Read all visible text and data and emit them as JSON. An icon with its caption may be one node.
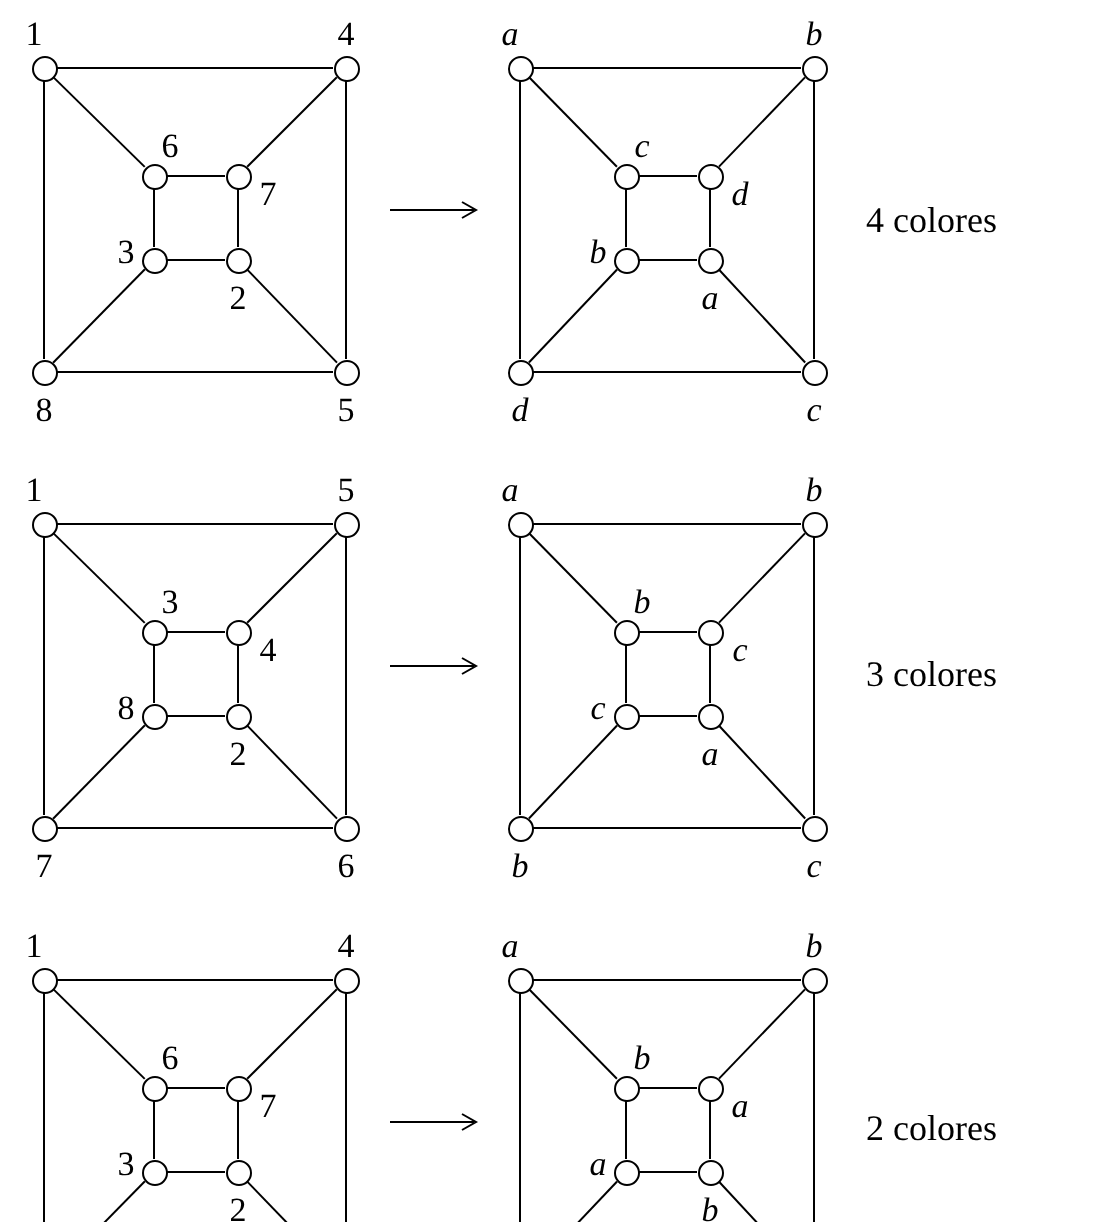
{
  "diagram": {
    "nodes": [
      {
        "text": [],
        "shape": "circle",
        "beside": [
          "1"
        ]
      },
      {
        "text": [],
        "shape": "circle",
        "beside": [
          "4"
        ]
      },
      {
        "text": [],
        "shape": "circle",
        "beside": [
          "6"
        ]
      },
      {
        "text": [],
        "shape": "circle",
        "beside": [
          "7"
        ]
      },
      {
        "text": [],
        "shape": "circle",
        "beside": [
          "3"
        ]
      },
      {
        "text": [],
        "shape": "circle",
        "beside": [
          "2"
        ]
      },
      {
        "text": [],
        "shape": "circle",
        "beside": [
          "8"
        ]
      },
      {
        "text": [],
        "shape": "circle",
        "beside": [
          "5"
        ]
      },
      {
        "text": [],
        "shape": "circle",
        "beside": [
          "a"
        ]
      },
      {
        "text": [],
        "shape": "circle",
        "beside": [
          "b"
        ]
      },
      {
        "text": [],
        "shape": "circle",
        "beside": [
          "c"
        ]
      },
      {
        "text": [],
        "shape": "circle",
        "beside": [
          "d"
        ]
      },
      {
        "text": [],
        "shape": "circle",
        "beside": [
          "b"
        ]
      },
      {
        "text": [],
        "shape": "circle",
        "beside": [
          "a"
        ]
      },
      {
        "text": [],
        "shape": "circle",
        "beside": [
          "d"
        ]
      },
      {
        "text": [],
        "shape": "circle",
        "beside": [
          "c"
        ]
      },
      {
        "text": [],
        "shape": "circle",
        "beside": [
          "1"
        ]
      },
      {
        "text": [],
        "shape": "circle",
        "beside": [
          "5"
        ]
      },
      {
        "text": [],
        "shape": "circle",
        "beside": [
          "3"
        ]
      },
      {
        "text": [],
        "shape": "circle",
        "beside": [
          "4"
        ]
      },
      {
        "text": [],
        "shape": "circle",
        "beside": [
          "8"
        ]
      },
      {
        "text": [],
        "shape": "circle",
        "beside": [
          "2"
        ]
      },
      {
        "text": [],
        "shape": "circle",
        "beside": [
          "7"
        ]
      },
      {
        "text": [],
        "shape": "circle",
        "beside": [
          "6"
        ]
      },
      {
        "text": [],
        "shape": "circle",
        "beside": [
          "a"
        ]
      },
      {
        "text": [],
        "shape": "circle",
        "beside": [
          "b"
        ]
      },
      {
        "text": [],
        "shape": "circle",
        "beside": [
          "b"
        ]
      },
      {
        "text": [],
        "shape": "circle",
        "beside": [
          "c"
        ]
      },
      {
        "text": [],
        "shape": "circle",
        "beside": [
          "c"
        ]
      },
      {
        "text": [],
        "shape": "circle",
        "beside": [
          "a"
        ]
      },
      {
        "text": [],
        "shape": "circle",
        "beside": [
          "b"
        ]
      },
      {
        "text": [],
        "shape": "circle",
        "beside": [
          "c"
        ]
      },
      {
        "text": [],
        "shape": "circle",
        "beside": [
          "1"
        ]
      },
      {
        "text": [],
        "shape": "circle",
        "beside": [
          "4"
        ]
      },
      {
        "text": [],
        "shape": "circle",
        "beside": [
          "6"
        ]
      },
      {
        "text": [],
        "shape": "circle",
        "beside": [
          "7"
        ]
      },
      {
        "text": [],
        "shape": "circle",
        "beside": [
          "3"
        ]
      },
      {
        "text": [],
        "shape": "circle",
        "beside": [
          "2"
        ]
      },
      {
        "text": [],
        "shape": "circle",
        "beside": [
          "a"
        ]
      },
      {
        "text": [],
        "shape": "circle",
        "beside": [
          "b"
        ]
      },
      {
        "text": [],
        "shape": "circle",
        "beside": [
          "b"
        ]
      },
      {
        "text": [],
        "shape": "circle",
        "beside": [
          "a"
        ]
      },
      {
        "text": [],
        "shape": "circle",
        "beside": [
          "a"
        ]
      },
      {
        "text": [],
        "shape": "circle",
        "beside": [
          "b"
        ]
      }
    ],
    "edges": [
      {
        "from": 0,
        "to": 1,
        "arrow": "none"
      },
      {
        "from": 0,
        "to": 6,
        "arrow": "none"
      },
      {
        "from": 1,
        "to": 7,
        "arrow": "none"
      },
      {
        "from": 6,
        "to": 7,
        "arrow": "none"
      },
      {
        "from": 2,
        "to": 3,
        "arrow": "none"
      },
      {
        "from": 3,
        "to": 5,
        "arrow": "none"
      },
      {
        "from": 4,
        "to": 5,
        "arrow": "none"
      },
      {
        "from": 2,
        "to": 4,
        "arrow": "none"
      },
      {
        "from": 0,
        "to": 2,
        "arrow": "none"
      },
      {
        "from": 1,
        "to": 3,
        "arrow": "none"
      },
      {
        "from": 4,
        "to": 6,
        "arrow": "none"
      },
      {
        "from": 5,
        "to": 7,
        "arrow": "none"
      },
      {
        "from": 8,
        "to": 9,
        "arrow": "none"
      },
      {
        "from": 8,
        "to": 14,
        "arrow": "none"
      },
      {
        "from": 9,
        "to": 15,
        "arrow": "none"
      },
      {
        "from": 14,
        "to": 15,
        "arrow": "none"
      },
      {
        "from": 10,
        "to": 11,
        "arrow": "none"
      },
      {
        "from": 11,
        "to": 13,
        "arrow": "none"
      },
      {
        "from": 12,
        "to": 13,
        "arrow": "none"
      },
      {
        "from": 10,
        "to": 12,
        "arrow": "none"
      },
      {
        "from": 8,
        "to": 10,
        "arrow": "none"
      },
      {
        "from": 9,
        "to": 11,
        "arrow": "none"
      },
      {
        "from": 12,
        "to": 14,
        "arrow": "none"
      },
      {
        "from": 13,
        "to": 15,
        "arrow": "none"
      },
      {
        "from": 16,
        "to": 17,
        "arrow": "none"
      },
      {
        "from": 16,
        "to": 22,
        "arrow": "none"
      },
      {
        "from": 17,
        "to": 23,
        "arrow": "none"
      },
      {
        "from": 22,
        "to": 23,
        "arrow": "none"
      },
      {
        "from": 18,
        "to": 19,
        "arrow": "none"
      },
      {
        "from": 19,
        "to": 21,
        "arrow": "none"
      },
      {
        "from": 20,
        "to": 21,
        "arrow": "none"
      },
      {
        "from": 18,
        "to": 20,
        "arrow": "none"
      },
      {
        "from": 16,
        "to": 18,
        "arrow": "none"
      },
      {
        "from": 17,
        "to": 19,
        "arrow": "none"
      },
      {
        "from": 20,
        "to": 22,
        "arrow": "none"
      },
      {
        "from": 21,
        "to": 23,
        "arrow": "none"
      },
      {
        "from": 24,
        "to": 25,
        "arrow": "none"
      },
      {
        "from": 24,
        "to": 30,
        "arrow": "none"
      },
      {
        "from": 25,
        "to": 31,
        "arrow": "none"
      },
      {
        "from": 30,
        "to": 31,
        "arrow": "none"
      },
      {
        "from": 26,
        "to": 27,
        "arrow": "none"
      },
      {
        "from": 27,
        "to": 29,
        "arrow": "none"
      },
      {
        "from": 28,
        "to": 29,
        "arrow": "none"
      },
      {
        "from": 26,
        "to": 28,
        "arrow": "none"
      },
      {
        "from": 24,
        "to": 26,
        "arrow": "none"
      },
      {
        "from": 25,
        "to": 27,
        "arrow": "none"
      },
      {
        "from": 28,
        "to": 30,
        "arrow": "none"
      },
      {
        "from": 29,
        "to": 31,
        "arrow": "none"
      },
      {
        "from": 32,
        "to": 33,
        "arrow": "none"
      },
      {
        "from": 34,
        "to": 35,
        "arrow": "none"
      },
      {
        "from": 35,
        "to": 37,
        "arrow": "none"
      },
      {
        "from": 36,
        "to": 37,
        "arrow": "none"
      },
      {
        "from": 34,
        "to": 36,
        "arrow": "none"
      },
      {
        "from": 32,
        "to": 34,
        "arrow": "none"
      },
      {
        "from": 33,
        "to": 35,
        "arrow": "none"
      },
      {
        "from": 32,
        "to": null,
        "arrow": "none"
      },
      {
        "from": 33,
        "to": null,
        "arrow": "none"
      },
      {
        "from": 36,
        "to": null,
        "arrow": "none"
      },
      {
        "from": 37,
        "to": null,
        "arrow": "none"
      },
      {
        "from": 38,
        "to": 39,
        "arrow": "none"
      },
      {
        "from": 40,
        "to": 41,
        "arrow": "none"
      },
      {
        "from": 41,
        "to": 43,
        "arrow": "none"
      },
      {
        "from": 42,
        "to": 43,
        "arrow": "none"
      },
      {
        "from": 40,
        "to": 42,
        "arrow": "none"
      },
      {
        "from": 38,
        "to": 40,
        "arrow": "none"
      },
      {
        "from": 39,
        "to": 41,
        "arrow": "none"
      },
      {
        "from": 38,
        "to": null,
        "arrow": "none"
      },
      {
        "from": 39,
        "to": null,
        "arrow": "none"
      },
      {
        "from": 42,
        "to": null,
        "arrow": "none"
      },
      {
        "from": 43,
        "to": null,
        "arrow": "none"
      }
    ],
    "labels": [
      "4 colores",
      "3 colores",
      "2 colores"
    ]
  }
}
